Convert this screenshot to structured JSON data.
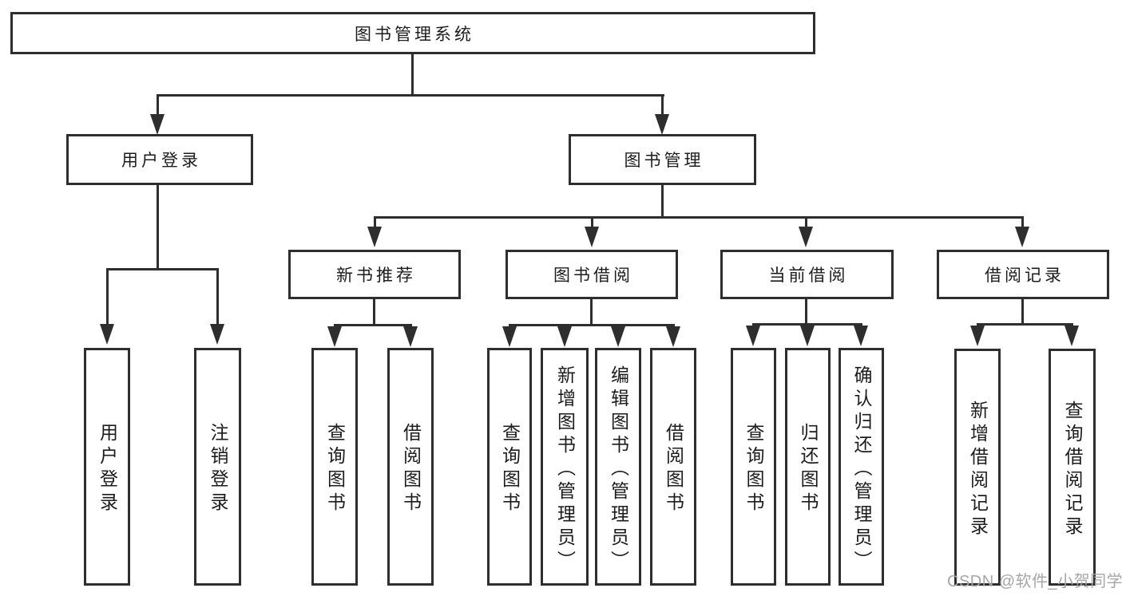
{
  "diagram": {
    "type": "hierarchy-tree",
    "title": "图书管理系统",
    "colors": {
      "background": "#ffffff",
      "box_border": "#2e2e2e",
      "connector": "#2e2e2e",
      "text": "#1c1c1c",
      "watermark": "#a6a6a6"
    },
    "tree": {
      "root": "图书管理系统",
      "user_login": "用户登录",
      "book_mgmt": "图书管理",
      "new_book_rec": "新书推荐",
      "book_borrow": "图书借阅",
      "current_borrow": "当前借阅",
      "borrow_records": "借阅记录",
      "user_login_children": [
        "用户登录",
        "注销登录"
      ],
      "new_book_rec_children": [
        "查询图书",
        "借阅图书"
      ],
      "book_borrow_children": [
        "查询图书",
        "新增图书（管理员）",
        "编辑图书（管理员）",
        "借阅图书"
      ],
      "current_borrow_children": [
        "查询图书",
        "归还图书",
        "确认归还（管理员）"
      ],
      "borrow_records_children": [
        "新增借阅记录",
        "查询借阅记录"
      ]
    },
    "watermark": "CSDN @软件_小贺同学"
  }
}
